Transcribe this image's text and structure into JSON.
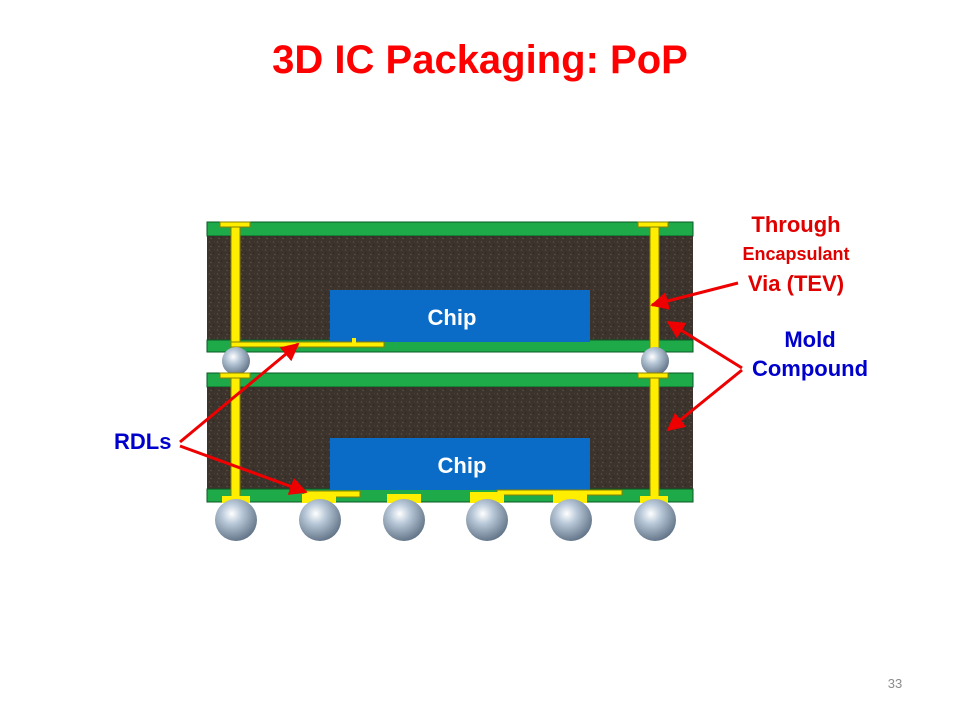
{
  "slide": {
    "title": "3D IC Packaging: PoP",
    "page_number": "33"
  },
  "diagram": {
    "chips": [
      "Chip",
      "Chip"
    ],
    "labels": {
      "tev_line1": "Through",
      "tev_line2": "Encapsulant",
      "tev_line3": "Via (TEV)",
      "mold_line1": "Mold",
      "mold_line2": "Compound",
      "rdl": "RDLs"
    },
    "colors": {
      "title": "#ff0000",
      "label_red": "#e00000",
      "label_blue": "#0000cc",
      "substrate": "#1faa4a",
      "mold": "#3b332c",
      "chip": "#0b6cc8",
      "conductor": "#ffee00",
      "solder_ball": "#9fb4c8",
      "arrow": "#ee0000"
    }
  }
}
